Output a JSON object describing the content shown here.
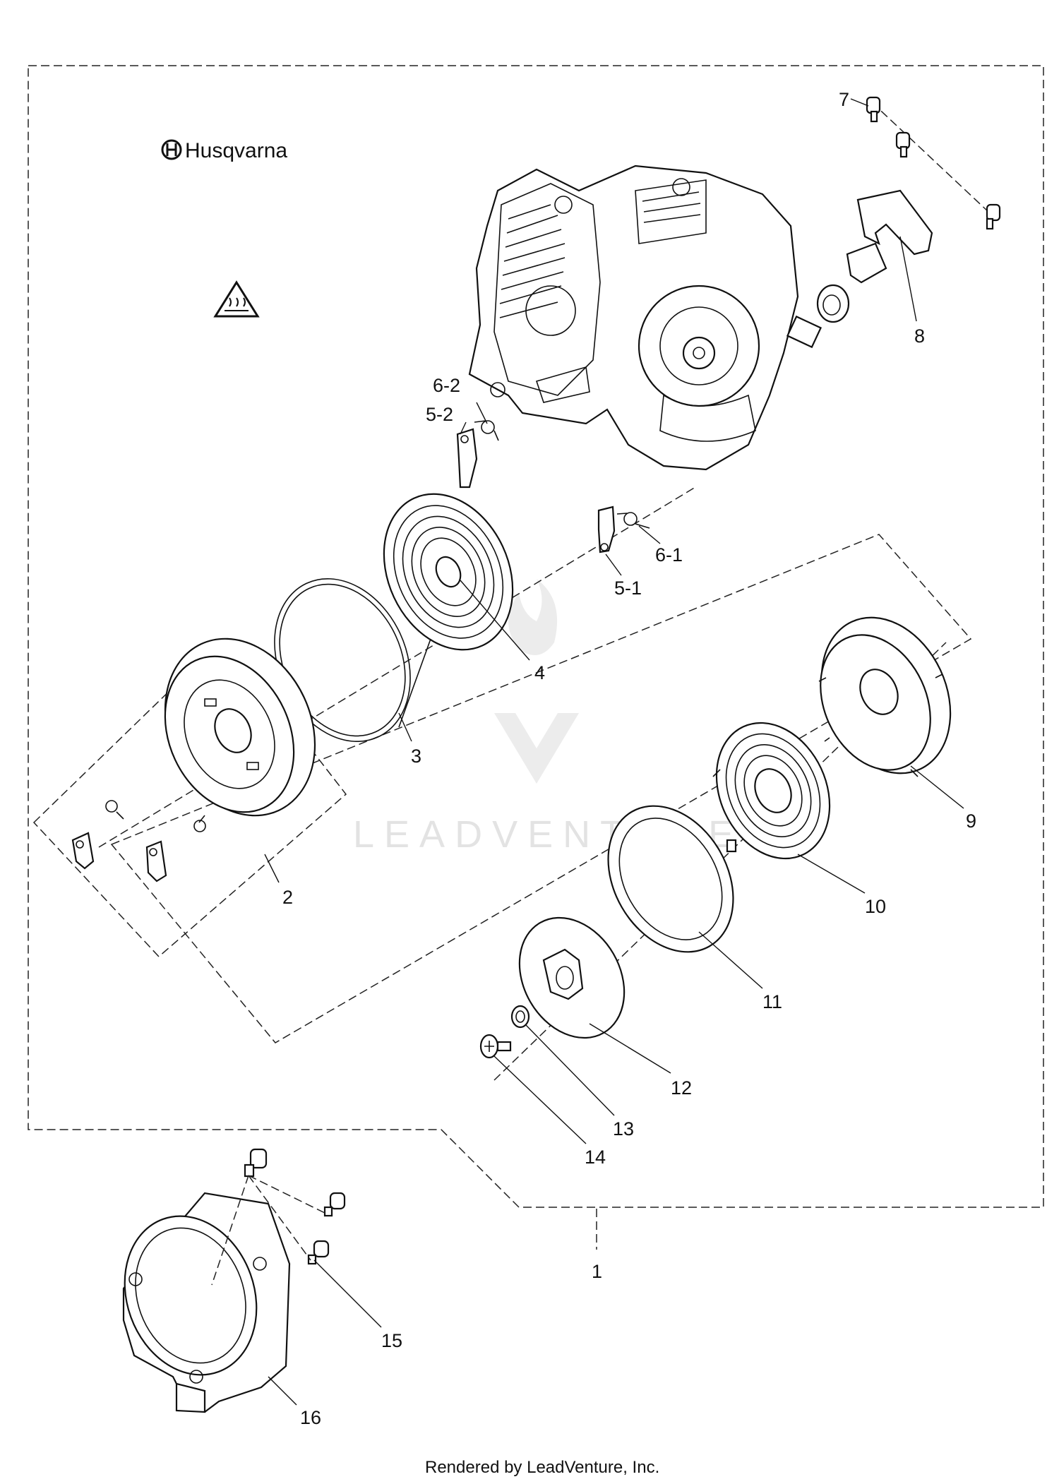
{
  "brand": {
    "name": "Husqvarna"
  },
  "watermark": "LEADVENTURE",
  "footer": "Rendered by LeadVenture, Inc.",
  "parts": [
    {
      "id": "p1",
      "label": "1"
    },
    {
      "id": "p2",
      "label": "2"
    },
    {
      "id": "p3",
      "label": "3"
    },
    {
      "id": "p4",
      "label": "4"
    },
    {
      "id": "p5_1",
      "label": "5-1"
    },
    {
      "id": "p5_2",
      "label": "5-2"
    },
    {
      "id": "p6_1",
      "label": "6-1"
    },
    {
      "id": "p6_2",
      "label": "6-2"
    },
    {
      "id": "p7",
      "label": "7"
    },
    {
      "id": "p8",
      "label": "8"
    },
    {
      "id": "p9",
      "label": "9"
    },
    {
      "id": "p10",
      "label": "10"
    },
    {
      "id": "p11",
      "label": "11"
    },
    {
      "id": "p12",
      "label": "12"
    },
    {
      "id": "p13",
      "label": "13"
    },
    {
      "id": "p14",
      "label": "14"
    },
    {
      "id": "p15",
      "label": "15"
    },
    {
      "id": "p16",
      "label": "16"
    }
  ]
}
